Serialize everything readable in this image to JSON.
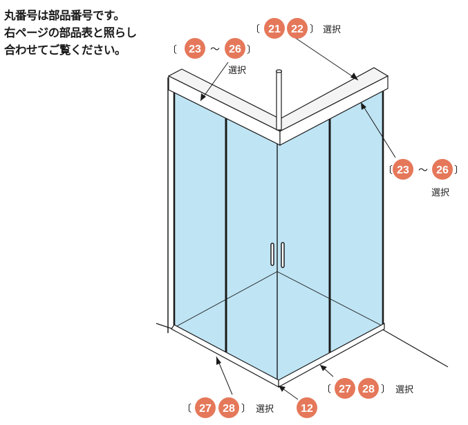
{
  "note": {
    "lines": [
      "丸番号は部品番号です。",
      "右ページの部品表と照らし",
      "合わせてご覧ください。"
    ]
  },
  "colors": {
    "badge": "#e5785a",
    "glass": "#bfe4f4",
    "frame": "#1a1a1a"
  },
  "callouts": {
    "top_center": {
      "open": "〔",
      "nums": [
        "21",
        "22"
      ],
      "close": "〕",
      "label": "選択"
    },
    "top_left": {
      "open": "〔",
      "nums": [
        "23",
        "26"
      ],
      "tilde": "～",
      "close": "〕",
      "label": "選択"
    },
    "right": {
      "open": "〔",
      "nums": [
        "23",
        "26"
      ],
      "tilde": "～",
      "close": "〕",
      "label": "選択"
    },
    "bottom_right": {
      "open": "〔",
      "nums": [
        "27",
        "28"
      ],
      "close": "〕",
      "label": "選択"
    },
    "bottom_left": {
      "open": "〔",
      "nums": [
        "27",
        "28"
      ],
      "close": "〕",
      "label": "選択"
    },
    "bottom_center": {
      "nums": [
        "12"
      ]
    }
  }
}
